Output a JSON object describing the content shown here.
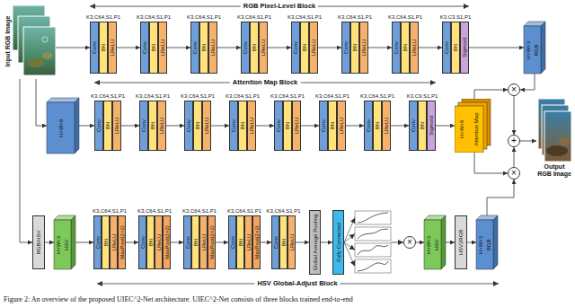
{
  "diagram": {
    "caption": "Figure 2: An overview of the proposed UIEC^2-Net architecture. UIEC^2-Net consists of three blocks trained end-to-end",
    "nodes": [
      {
        "text": [
          "Input RGB Image"
        ]
      },
      {
        "text": [
          "K3,C64,S1,P1",
          "Conv",
          "BN",
          "LReLU"
        ]
      },
      {
        "text": [
          "K3,C64,S1,P1",
          "Conv",
          "BN",
          "LReLU"
        ]
      },
      {
        "text": [
          "K3,C64,S1,P1",
          "Conv",
          "BN",
          "LReLU"
        ]
      },
      {
        "text": [
          "K3,C64,S1,P1",
          "Conv",
          "BN",
          "LReLU"
        ]
      },
      {
        "text": [
          "K3,C64,S1,P1",
          "Conv",
          "BN",
          "LReLU"
        ]
      },
      {
        "text": [
          "K3,C64,S1,P1",
          "Conv",
          "BN",
          "LReLU"
        ]
      },
      {
        "text": [
          "K3,C64,S1,P1",
          "Conv",
          "BN",
          "LReLU"
        ]
      },
      {
        "text": [
          "K3,C3,S1,P1",
          "Conv",
          "BN",
          "Sigmoid"
        ]
      },
      {
        "text": [
          "H×W×3",
          "RGB"
        ]
      },
      {
        "text": [
          "H×W×9"
        ]
      },
      {
        "text": [
          "K3,C64,S1,P1",
          "Conv",
          "BN",
          "LReLU"
        ]
      },
      {
        "text": [
          "K3,C64,S1,P1",
          "Conv",
          "BN",
          "LReLU"
        ]
      },
      {
        "text": [
          "K3,C64,S1,P1",
          "Conv",
          "BN",
          "LReLU"
        ]
      },
      {
        "text": [
          "K3,C64,S1,P1",
          "Conv",
          "BN",
          "LReLU"
        ]
      },
      {
        "text": [
          "K3,C64,S1,P1",
          "Conv",
          "BN",
          "LReLU"
        ]
      },
      {
        "text": [
          "K3,C64,S1,P1",
          "Conv",
          "BN",
          "LReLU"
        ]
      },
      {
        "text": [
          "K3,C64,S1,P1",
          "Conv",
          "BN",
          "LReLU"
        ]
      },
      {
        "text": [
          "K3,C9,S1,P1",
          "Conv",
          "BN",
          "Sigmoid"
        ]
      },
      {
        "text": [
          "H×W×9",
          "Attention Map"
        ]
      },
      {
        "text": [
          "×"
        ]
      },
      {
        "text": [
          "+"
        ]
      },
      {
        "text": [
          "×"
        ]
      },
      {
        "text": [
          "Output RGB Image"
        ]
      },
      {
        "text": [
          "RGB/HSV"
        ]
      },
      {
        "text": [
          "H×W×3",
          "HSV"
        ]
      },
      {
        "text": [
          "K3,C64,S1,P1",
          "Conv",
          "BN",
          "LReLU",
          "MaxPool(2×2)"
        ]
      },
      {
        "text": [
          "K3,C64,S1,P1",
          "Conv",
          "BN",
          "LReLU",
          "MaxPool(2×2)"
        ]
      },
      {
        "text": [
          "K3,C64,S1,P1",
          "Conv",
          "BN",
          "LReLU",
          "MaxPool(2×2)"
        ]
      },
      {
        "text": [
          "K3,C64,S1,P1",
          "Conv",
          "BN",
          "LReLU",
          "MaxPool(2×2)"
        ]
      },
      {
        "text": [
          "K3,C64,S1,P1",
          "Conv",
          "BN",
          "LReLU"
        ]
      },
      {
        "text": [
          "Global Average Pooling"
        ]
      },
      {
        "text": [
          "Fully Connected"
        ]
      },
      {
        "text": [
          "×"
        ]
      },
      {
        "text": [
          "H×W×3",
          "HSV"
        ]
      },
      {
        "text": [
          "HSV2RGB"
        ]
      },
      {
        "text": [
          "H×W×3",
          "RGB"
        ]
      }
    ],
    "edges": [
      {
        "from": 0,
        "to": 1,
        "arrow": "to"
      },
      {
        "from": 1,
        "to": 2,
        "arrow": "to"
      },
      {
        "from": 2,
        "to": 3,
        "arrow": "to"
      },
      {
        "from": 3,
        "to": 4,
        "arrow": "to"
      },
      {
        "from": 4,
        "to": 5,
        "arrow": "to"
      },
      {
        "from": 5,
        "to": 6,
        "arrow": "to"
      },
      {
        "from": 6,
        "to": 7,
        "arrow": "to"
      },
      {
        "from": 7,
        "to": 8,
        "arrow": "to"
      },
      {
        "from": 8,
        "to": 9,
        "arrow": "to"
      },
      {
        "from": 9,
        "to": 20,
        "arrow": "to"
      },
      {
        "from": 0,
        "to": 10,
        "arrow": "to"
      },
      {
        "from": 10,
        "to": 11,
        "arrow": "to"
      },
      {
        "from": 11,
        "to": 12,
        "arrow": "to"
      },
      {
        "from": 12,
        "to": 13,
        "arrow": "to"
      },
      {
        "from": 13,
        "to": 14,
        "arrow": "to"
      },
      {
        "from": 14,
        "to": 15,
        "arrow": "to"
      },
      {
        "from": 15,
        "to": 16,
        "arrow": "to"
      },
      {
        "from": 16,
        "to": 17,
        "arrow": "to"
      },
      {
        "from": 17,
        "to": 18,
        "arrow": "to"
      },
      {
        "from": 18,
        "to": 19,
        "arrow": "to"
      },
      {
        "from": 19,
        "to": 20,
        "arrow": "to"
      },
      {
        "from": 19,
        "to": 22,
        "arrow": "to"
      },
      {
        "from": 20,
        "to": 21,
        "arrow": "to"
      },
      {
        "from": 22,
        "to": 21,
        "arrow": "to"
      },
      {
        "from": 21,
        "to": 23,
        "arrow": "to"
      },
      {
        "from": 0,
        "to": 24,
        "arrow": "to"
      },
      {
        "from": 24,
        "to": 25,
        "arrow": "to"
      },
      {
        "from": 25,
        "to": 26,
        "arrow": "to"
      },
      {
        "from": 26,
        "to": 27,
        "arrow": "to"
      },
      {
        "from": 27,
        "to": 28,
        "arrow": "to"
      },
      {
        "from": 28,
        "to": 29,
        "arrow": "to"
      },
      {
        "from": 29,
        "to": 30,
        "arrow": "to"
      },
      {
        "from": 30,
        "to": 31,
        "arrow": "to"
      },
      {
        "from": 31,
        "to": 32,
        "arrow": "to"
      },
      {
        "from": 33,
        "to": 34,
        "arrow": "to"
      },
      {
        "from": 34,
        "to": 35,
        "arrow": "to"
      },
      {
        "from": 35,
        "to": 36,
        "arrow": "to"
      },
      {
        "from": 36,
        "to": 22,
        "arrow": "to"
      }
    ],
    "labels": [
      "RGB Pixel-Level Block",
      "Attention Map Block",
      "HSV Global-Adjust Block"
    ]
  }
}
